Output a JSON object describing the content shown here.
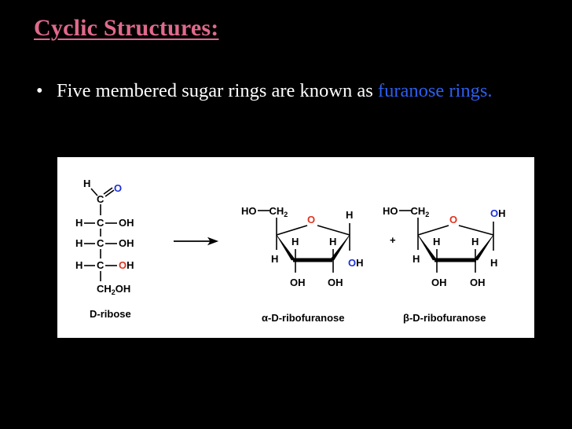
{
  "slide": {
    "title": "Cyclic Structures:",
    "bullet": {
      "marker": "•",
      "text_before": "Five membered sugar rings are known as ",
      "highlight": "furanose rings."
    },
    "colors": {
      "background": "#000000",
      "title": "#e06a8c",
      "highlight": "#2c5ff0",
      "oxygen_blue": "#1c2fd9",
      "oxygen_red": "#e0331f"
    }
  },
  "figure": {
    "dribose": {
      "caption": "D-ribose",
      "c1_H": "H",
      "c1_C": "C",
      "c1_O": "O",
      "c2_H": "H",
      "c2_C": "C",
      "c2_OH": "OH",
      "c3_H": "H",
      "c3_C": "C",
      "c3_OH": "OH",
      "c4_H": "H",
      "c4_C": "C",
      "c4_O": "O",
      "c4_H2": "H",
      "c5": "CH",
      "c5_sub": "2",
      "c5_OH": "OH"
    },
    "alpha": {
      "caption_greek": "α",
      "caption_rest": "-D-ribofuranose",
      "hoch2_HO": "HO",
      "hoch2_CH": "CH",
      "hoch2_sub": "2",
      "ring_O": "O",
      "c1_H": "H",
      "c1_O": "O",
      "c1_Hoh": "H",
      "c4_H": "H",
      "c3_Hup": "H",
      "c2_Hup": "H",
      "c3_OH": "OH",
      "c2_OH": "OH"
    },
    "plus": "+",
    "beta": {
      "caption_greek": "β",
      "caption_rest": "-D-ribofuranose",
      "hoch2_HO": "HO",
      "hoch2_CH": "CH",
      "hoch2_sub": "2",
      "ring_O": "O",
      "c1_O": "O",
      "c1_Hoh": "H",
      "c1_H": "H",
      "c4_H": "H",
      "c3_Hup": "H",
      "c2_Hup": "H",
      "c3_OH": "OH",
      "c2_OH": "OH"
    }
  }
}
